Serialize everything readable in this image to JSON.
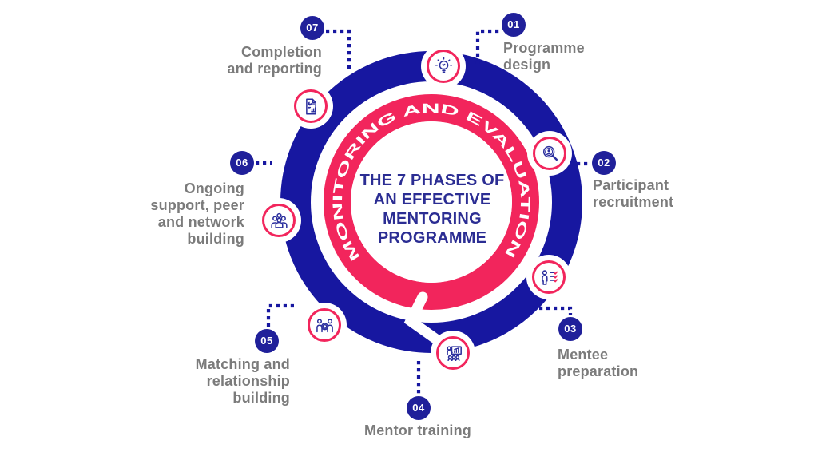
{
  "center": {
    "title_lines": [
      "THE 7 PHASES OF",
      "AN EFFECTIVE",
      "MENTORING",
      "PROGRAMME"
    ],
    "ring_text": "MONITORING AND EVALUATION"
  },
  "phases": [
    {
      "number": "01",
      "label_lines": [
        "Programme",
        "design"
      ],
      "icon": "lightbulb-icon"
    },
    {
      "number": "02",
      "label_lines": [
        "Participant",
        "recruitment"
      ],
      "icon": "search-person-icon"
    },
    {
      "number": "03",
      "label_lines": [
        "Mentee",
        "preparation"
      ],
      "icon": "checklist-person-icon"
    },
    {
      "number": "04",
      "label_lines": [
        "Mentor training"
      ],
      "icon": "presentation-icon"
    },
    {
      "number": "05",
      "label_lines": [
        "Matching and",
        "relationship",
        "building"
      ],
      "icon": "partnership-icon"
    },
    {
      "number": "06",
      "label_lines": [
        "Ongoing",
        "support, peer",
        "and network",
        "building"
      ],
      "icon": "people-group-icon"
    },
    {
      "number": "07",
      "label_lines": [
        "Completion",
        "and reporting"
      ],
      "icon": "report-icon"
    }
  ],
  "colors": {
    "pink": "#F2255C",
    "ring_navy": "#1717A0",
    "badge_navy": "#20209A",
    "icon_navy": "#2B2F9E",
    "title_navy": "#2B2D93",
    "label_gray": "#7B7B7B"
  }
}
